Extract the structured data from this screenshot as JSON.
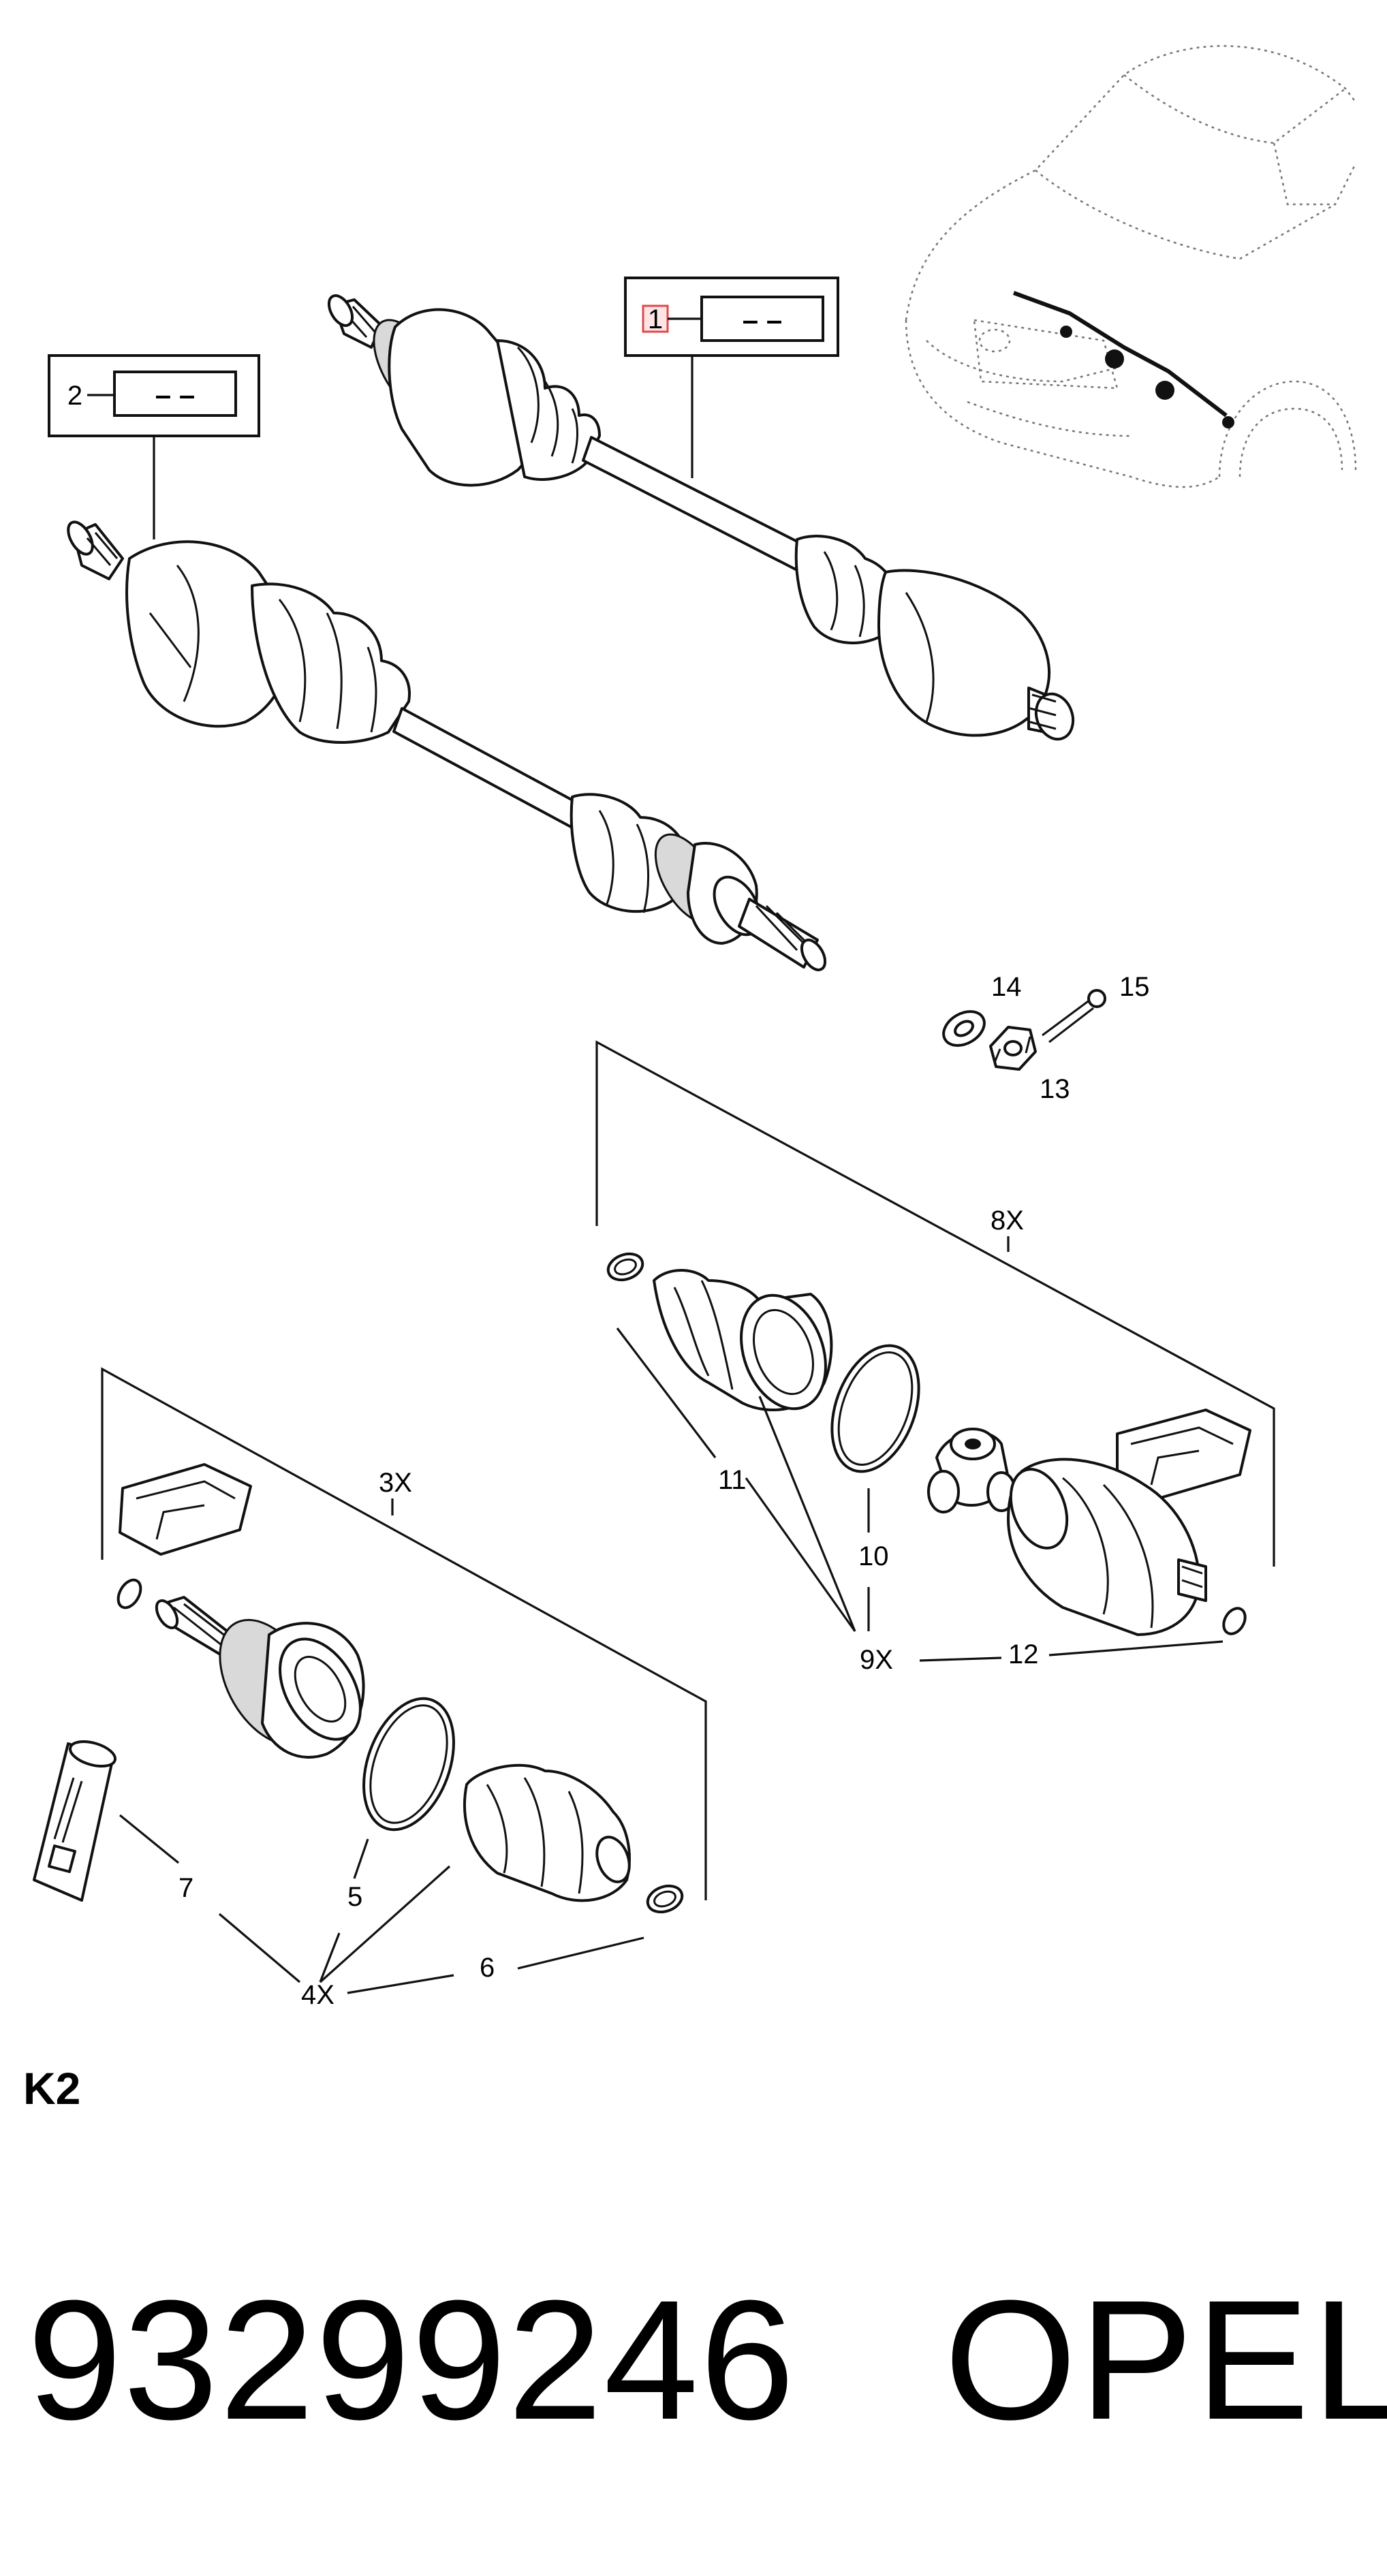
{
  "callouts": [
    {
      "number": "1",
      "value": "– –",
      "highlighted": true
    },
    {
      "number": "2",
      "value": "– –",
      "highlighted": false
    }
  ],
  "labels": {
    "n3x": "3X",
    "n4x": "4X",
    "n5": "5",
    "n6": "6",
    "n7": "7",
    "n8x": "8X",
    "n9x": "9X",
    "n10": "10",
    "n11": "11",
    "n12": "12",
    "n13": "13",
    "n14": "14",
    "n15": "15"
  },
  "section": "K2",
  "part_number": "93299246",
  "brand": "OPEL",
  "colors": {
    "highlight_border": "#e3474b",
    "highlight_fill": "#fde5e5",
    "ink": "#111111"
  }
}
